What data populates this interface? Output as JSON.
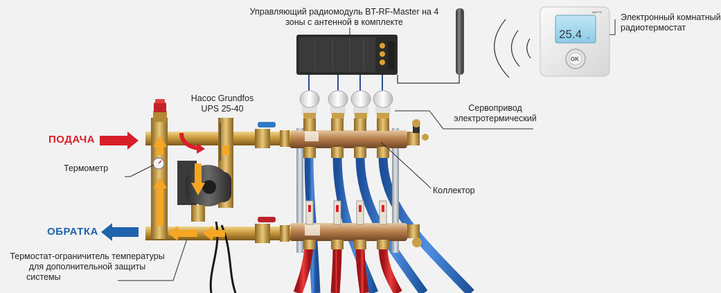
{
  "labels": {
    "supply": "ПОДАЧА",
    "return": "ОБРАТКА",
    "radio_module_line1": "Управляющий радиомодуль BT-RF-Master на 4",
    "radio_module_line2": "зоны с антенной в комплекте",
    "room_thermostat_line1": "Электронный комнатный",
    "room_thermostat_line2": "радиотермостат",
    "pump_line1": "Насос Grundfos",
    "pump_line2": "UPS 25-40",
    "servo_line1": "Сервопривод",
    "servo_line2": "электротермический",
    "thermometer": "Термометр",
    "collector": "Коллектор",
    "limiter_line1": "Термостат-ограничитель температуры",
    "limiter_line2": "для дополнительной защиты",
    "limiter_line3": "системы"
  },
  "thermostat_display": {
    "temperature": "25.4",
    "unit": "°C",
    "button": "OK",
    "brand": "WATTS"
  },
  "colors": {
    "supply_arrow": "#d8202a",
    "return_arrow": "#1f63ad",
    "hot_pipe": "#cf1f25",
    "cold_pipe": "#2f6fc0",
    "flow_arrow": "#f5a623",
    "brass": "#c9a24a"
  }
}
